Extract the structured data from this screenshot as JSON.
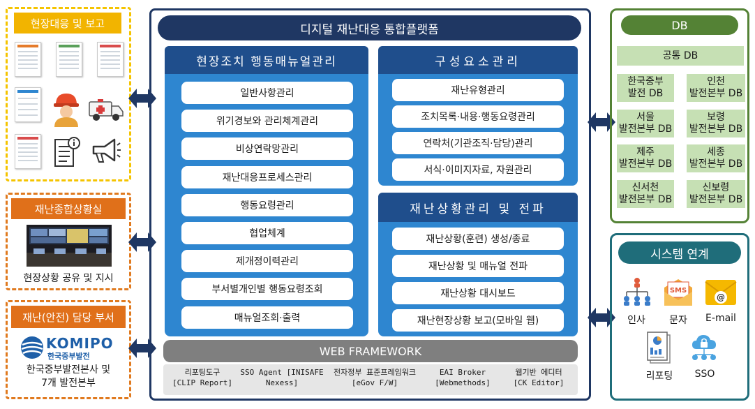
{
  "left": {
    "field": {
      "label": "현장대응 및 보고"
    },
    "situation_room": {
      "label": "재난종합상황실",
      "caption": "현장상황 공유 및 지시"
    },
    "dept": {
      "label": "재난(안전) 담당 부서",
      "logo_text": "KOMIPO",
      "logo_sub": "한국중부발전",
      "caption1": "한국중부발전본사 및",
      "caption2": "7개 발전본부"
    }
  },
  "center": {
    "title": "디지털 재난대응 통합플랫폼",
    "manual": {
      "header": "현장조치 행동매뉴얼관리",
      "items": [
        "일반사항관리",
        "위기경보와 관리체계관리",
        "비상연락망관리",
        "재난대응프로세스관리",
        "행동요령관리",
        "협업체계",
        "제개정이력관리",
        "부서별개인별 행동요령조회",
        "매뉴얼조회·출력"
      ]
    },
    "components": {
      "header": "구성요소관리",
      "items": [
        "재난유형관리",
        "조치목록·내용·행동요령관리",
        "연락처(기관조직·담당)관리",
        "서식·이미지자료, 자원관리"
      ]
    },
    "situation": {
      "header": "재난상황관리 및 전파",
      "items": [
        "재난상황(훈련) 생성/종료",
        "재난상황 및 매뉴얼 전파",
        "재난상황 대시보드",
        "재난현장상황 보고(모바일 웹)"
      ]
    },
    "framework": {
      "label": "WEB FRAMEWORK",
      "tools": [
        {
          "line1": "리포팅도구",
          "line2": "[CLIP Report]"
        },
        {
          "line1": "SSO Agent [INISAFE",
          "line2": "Nexess]"
        },
        {
          "line1": "전자정부 표준프레임워크",
          "line2": "[eGov F/W]"
        },
        {
          "line1": "EAI Broker",
          "line2": "[Webmethods]"
        },
        {
          "line1": "웹기반 에디터",
          "line2": "[CK Editor]"
        }
      ]
    }
  },
  "right": {
    "db": {
      "header": "DB",
      "common": "공통 DB",
      "items": [
        {
          "line1": "한국중부",
          "line2": "발전 DB"
        },
        {
          "line1": "인천",
          "line2": "발전본부 DB"
        },
        {
          "line1": "서울",
          "line2": "발전본부 DB"
        },
        {
          "line1": "보령",
          "line2": "발전본부 DB"
        },
        {
          "line1": "제주",
          "line2": "발전본부 DB"
        },
        {
          "line1": "세종",
          "line2": "발전본부 DB"
        },
        {
          "line1": "신서천",
          "line2": "발전본부 DB"
        },
        {
          "line1": "신보령",
          "line2": "발전본부 DB"
        }
      ]
    },
    "systems": {
      "header": "시스템 연계",
      "items": [
        "인사",
        "문자",
        "E-mail",
        "리포팅",
        "SSO"
      ],
      "sms_badge": "SMS"
    }
  },
  "colors": {
    "navy": "#1f3763",
    "panel_blue": "#2e86d0",
    "header_blue": "#1f4e8c",
    "db_green": "#548235",
    "db_box": "#c6e0b4",
    "teal": "#1f6d7a",
    "yellow": "#f2b400",
    "orange": "#e0701a"
  }
}
